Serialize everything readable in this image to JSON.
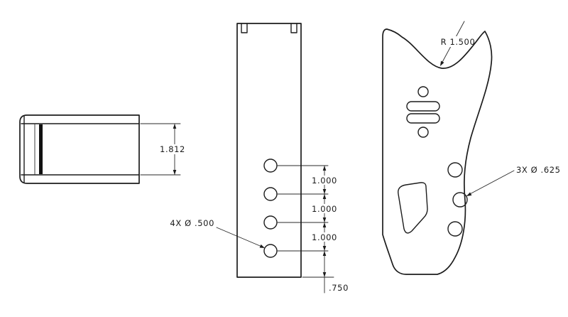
{
  "drawing": {
    "side_view": {
      "height_dim": "1.812"
    },
    "front_view": {
      "hole_callout": "4X Ø .500",
      "spacing_dims": [
        "1.000",
        "1.000",
        "1.000"
      ],
      "bottom_offset_dim": ".750"
    },
    "profile_view": {
      "radius_dim": "R 1.500",
      "hole_callout": "3X Ø .625"
    }
  }
}
